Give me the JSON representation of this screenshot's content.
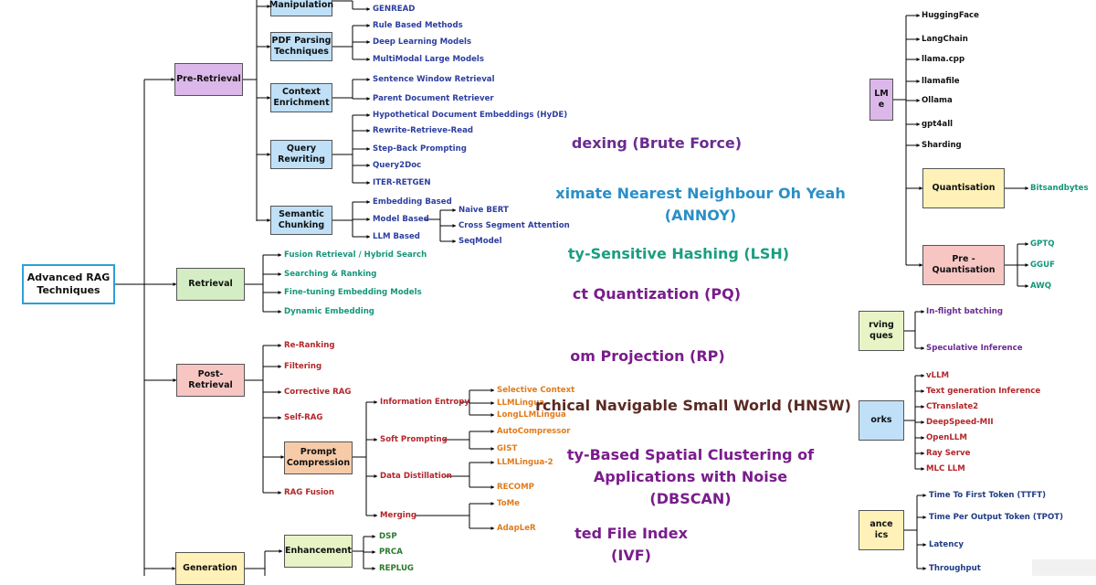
{
  "root": {
    "label": "Advanced RAG Techniques"
  },
  "pre_retrieval": {
    "label": "Pre-Retrieval",
    "manipulation": {
      "label": "Manipulation",
      "items": [
        "GENREAD"
      ]
    },
    "pdf_parsing": {
      "label": "PDF Parsing Techniques",
      "items": [
        "Rule Based Methods",
        "Deep Learning Models",
        "MultiModal Large Models"
      ]
    },
    "context_enrichment": {
      "label": "Context Enrichment",
      "items": [
        "Sentence Window Retrieval",
        "Parent Document Retriever"
      ]
    },
    "query_rewriting": {
      "label": "Query Rewriting",
      "items": [
        "Hypothetical Document Embeddings (HyDE)",
        "Rewrite-Retrieve-Read",
        "Step-Back Prompting",
        "Query2Doc",
        "ITER-RETGEN"
      ]
    },
    "semantic_chunking": {
      "label": "Semantic Chunking",
      "items": [
        "Embedding Based",
        "Model Based",
        "LLM Based"
      ],
      "model_based_items": [
        "Naive BERT",
        "Cross Segment Attention",
        "SeqModel"
      ]
    }
  },
  "retrieval": {
    "label": "Retrieval",
    "items": [
      "Fusion Retrieval / Hybrid Search",
      "Searching & Ranking",
      "Fine-tuning Embedding Models",
      "Dynamic Embedding"
    ]
  },
  "post_retrieval": {
    "label": "Post-Retrieval",
    "items": [
      "Re-Ranking",
      "Filtering",
      "Corrective RAG",
      "Self-RAG",
      "RAG Fusion"
    ],
    "prompt_compression": {
      "label": "Prompt Compression",
      "groups": [
        {
          "label": "Information Entropy",
          "items": [
            "Selective Context",
            "LLMLingua",
            "LongLLMLingua"
          ]
        },
        {
          "label": "Soft Prompting",
          "items": [
            "AutoCompressor",
            "GIST"
          ]
        },
        {
          "label": "Data Distillation",
          "items": [
            "LLMLingua-2",
            "RECOMP"
          ]
        },
        {
          "label": "Merging",
          "items": [
            "ToMe",
            "AdapLeR"
          ]
        }
      ]
    }
  },
  "generation": {
    "label": "Generation",
    "enhancement": {
      "label": "Enhancement",
      "items": [
        "DSP",
        "PRCA",
        "REPLUG"
      ]
    }
  },
  "indexing": [
    {
      "lines": [
        "dexing (Brute Force)"
      ],
      "color": "#6a2c91"
    },
    {
      "lines": [
        "ximate Nearest Neighbour Oh Yeah",
        "(ANNOY)"
      ],
      "color": "#2a8fc7"
    },
    {
      "lines": [
        "ty-Sensitive Hashing (LSH)"
      ],
      "color": "#1a9e80"
    },
    {
      "lines": [
        "ct Quantization (PQ)"
      ],
      "color": "#7a1c8c"
    },
    {
      "lines": [
        "om Projection (RP)"
      ],
      "color": "#7a1c8c"
    },
    {
      "lines": [
        "rchical Navigable Small World (HNSW)"
      ],
      "color": "#5a2a22"
    },
    {
      "lines": [
        "ty-Based Spatial Clustering of",
        "Applications with Noise",
        "(DBSCAN)"
      ],
      "color": "#7a1c8c"
    },
    {
      "lines": [
        "ted File Index",
        "(IVF)"
      ],
      "color": "#7a1c8c"
    }
  ],
  "llm_tools": {
    "label_lines": [
      "LM",
      "e"
    ],
    "items": [
      "HuggingFace",
      "LangChain",
      "llama.cpp",
      "llamafile",
      "Ollama",
      "gpt4all",
      "Sharding"
    ]
  },
  "quantisation": {
    "label": "Quantisation",
    "items": [
      "Bitsandbytes"
    ]
  },
  "pre_quantisation": {
    "label": "Pre - Quantisation",
    "items": [
      "GPTQ",
      "GGUF",
      "AWQ"
    ]
  },
  "serving": {
    "label_lines": [
      "rving",
      "ques"
    ],
    "items": [
      "In-flight batching",
      "Speculative Inference"
    ]
  },
  "frameworks": {
    "label": "orks",
    "items": [
      "vLLM",
      "Text generation Inference",
      "CTranslate2",
      "DeepSpeed-MII",
      "OpenLLM",
      "Ray Serve",
      "MLC LLM"
    ]
  },
  "performance": {
    "label_lines": [
      "ance",
      "ics"
    ],
    "items": [
      "Time To First Token (TTFT)",
      "Time Per Output Token (TPOT)",
      "Latency",
      "Throughput"
    ]
  },
  "colors": {
    "pre_retrieval_fill": "#dcb8ea",
    "category_blue": "#bfe0f7",
    "retrieval_fill": "#d4edc4",
    "post_fill": "#f7c6c3",
    "compression_fill": "#f8cba8",
    "generation_fill": "#fff1b8",
    "enhancement_fill": "#e9f4c6",
    "quant_fill": "#fff1b8",
    "prequant_fill": "#f7c6c3",
    "serving_fill": "#e9f4c6",
    "performance_fill": "#fff1b8",
    "leaf_blue": "#2c3e9e",
    "leaf_teal": "#14967a",
    "leaf_red": "#b3262a",
    "leaf_orange": "#e07b1c",
    "leaf_green": "#2b7a2b",
    "leaf_purple": "#6a2c91",
    "leaf_navy": "#1f3c88"
  }
}
